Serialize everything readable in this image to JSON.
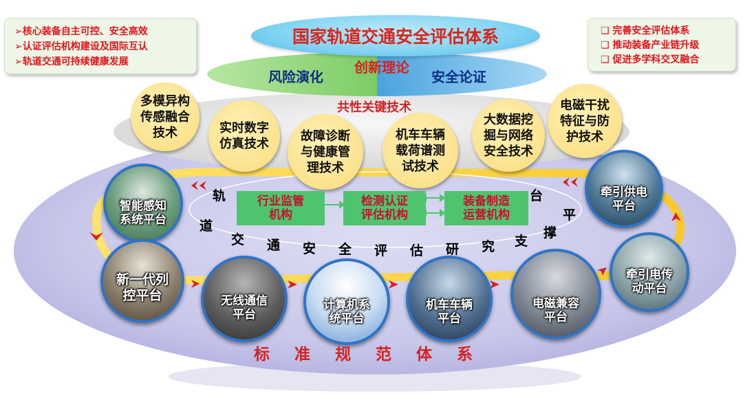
{
  "notes_left": [
    "➢核心装备自主可控、安全高效",
    "➢认证评估机构建设及国际互认",
    "➢轨道交通可持续健康发展"
  ],
  "notes_right": [
    "❑ 完善安全评估体系",
    "❑ 推动装备产业链升级",
    "❑ 促进多学科交叉融合"
  ],
  "title": "国家轨道交通安全评估体系",
  "theory": {
    "left": "风险演化",
    "center": "创新理论",
    "right": "安全论证"
  },
  "key_tech_label": "共性关键技术",
  "technologies": [
    "多模异构\n传感融合\n技术",
    "实时数字\n仿真技术",
    "故障诊断\n与健康管\n理技术",
    "机车车辆\n载荷谱测\n试技术",
    "大数据挖\n掘与网络\n安全技术",
    "电磁干扰\n特征与防\n护技术"
  ],
  "institutions": [
    "行业监管\n机构",
    "检测认证\n评估机构",
    "装备制造\n运营机构"
  ],
  "support_chars": [
    "轨",
    "道",
    "交",
    "通",
    "安",
    "全",
    "评",
    "估",
    "研",
    "究",
    "支",
    "撑",
    "平",
    "台"
  ],
  "platforms": [
    "智能感知\n系统平台",
    "新一代列\n控平台",
    "无线通信\n平台",
    "计算机系\n统平台",
    "机车车辆\n平台",
    "电磁兼容\n平台",
    "牵引电传\n动平台",
    "牵引供电\n平台"
  ],
  "standard_chars": [
    "标",
    "准",
    "规",
    "范",
    "体",
    "系"
  ],
  "colors": {
    "red": "#d22323",
    "blue": "#0b2f86",
    "green": "#4fc46f",
    "yellow": "#fbe28c",
    "lavender": "#c9c8ea"
  }
}
